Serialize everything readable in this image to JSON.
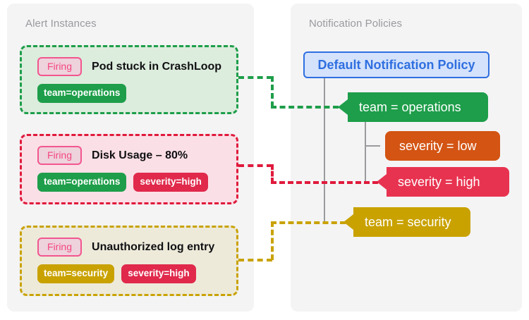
{
  "panels": {
    "alerts": {
      "title": "Alert Instances"
    },
    "policies": {
      "title": "Notification Policies"
    }
  },
  "alert_instances": [
    {
      "state": "Firing",
      "name": "Pod stuck in CrashLoop",
      "accent": "#1e9e4a",
      "labels": [
        {
          "text": "team=operations",
          "color": "#1e9e4a"
        }
      ]
    },
    {
      "state": "Firing",
      "name": "Disk Usage – 80%",
      "accent": "#e01a3c",
      "labels": [
        {
          "text": "team=operations",
          "color": "#1e9e4a"
        },
        {
          "text": "severity=high",
          "color": "#e0294b"
        }
      ]
    },
    {
      "state": "Firing",
      "name": "Unauthorized log entry",
      "accent": "#c9a200",
      "labels": [
        {
          "text": "team=security",
          "color": "#c9a200"
        },
        {
          "text": "severity=high",
          "color": "#e0294b"
        }
      ]
    }
  ],
  "notification_policies": {
    "root": {
      "label": "Default Notification Policy",
      "color": "#2f6fe0"
    },
    "children": [
      {
        "label": "team = operations",
        "color": "#1e9e4a",
        "depth": 1,
        "matched": true
      },
      {
        "label": "severity = low",
        "color": "#d35413",
        "depth": 2,
        "matched": false
      },
      {
        "label": "severity = high",
        "color": "#e83350",
        "depth": 2,
        "matched": true
      },
      {
        "label": "team = security",
        "color": "#c9a200",
        "depth": 1,
        "matched": true
      }
    ]
  },
  "connectors": [
    {
      "from": "Pod stuck in CrashLoop",
      "to": "team = operations",
      "color": "#1e9e4a"
    },
    {
      "from": "Disk Usage – 80%",
      "to": "severity = high",
      "color": "#e01a3c"
    },
    {
      "from": "Unauthorized log entry",
      "to": "team = security",
      "color": "#c9a200"
    }
  ]
}
